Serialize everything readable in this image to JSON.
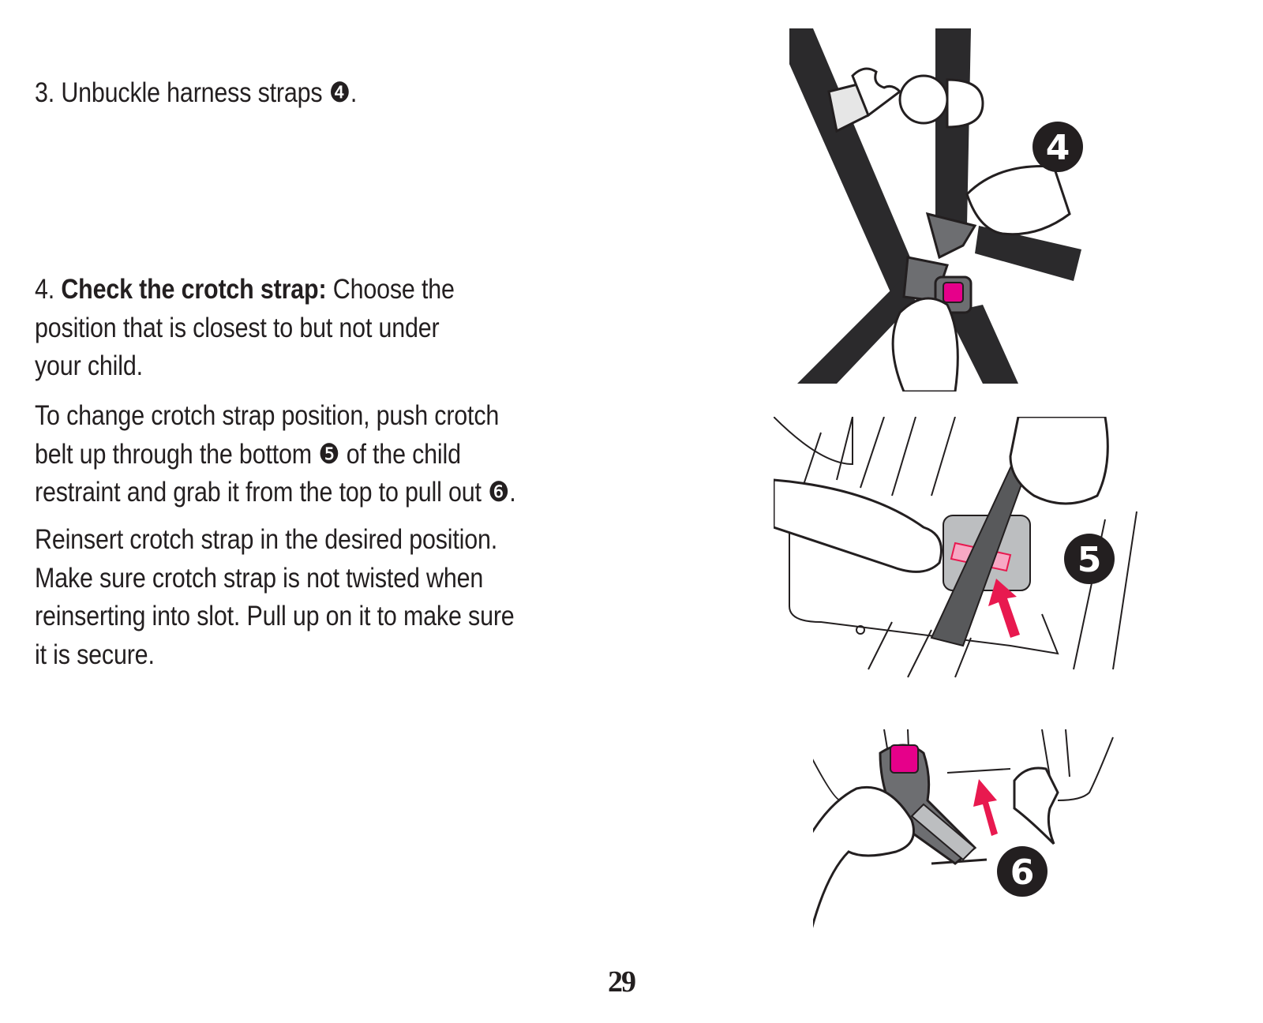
{
  "steps": {
    "step3": {
      "text": "3. Unbuckle harness straps ",
      "ref": "❹",
      "end": "."
    },
    "step4": {
      "number": "4. ",
      "heading": "Check the crotch strap:",
      "line1_rest": " Choose the",
      "line2": "position that is closest to but not under",
      "line3": "your child."
    },
    "change": {
      "line1": "To change crotch strap position, push crotch",
      "line2a": "belt up through the bottom ",
      "line2ref": "❺",
      "line2b": " of the child",
      "line3a": "restraint and grab it from the top to pull out ",
      "line3ref": "❻",
      "line3b": "."
    },
    "reinsert": {
      "line1": "Reinsert crotch strap in the desired position.",
      "line2": "Make sure crotch strap is not twisted when",
      "line3": "reinserting into slot. Pull up on it to make sure",
      "line4": "it is secure."
    }
  },
  "figures": {
    "fig4_label": "4",
    "fig5_label": "5",
    "fig6_label": "6"
  },
  "colors": {
    "strap": "#2b2a2c",
    "button_magenta": "#e6008a",
    "arrow_red": "#e8194f"
  },
  "page_number": "29"
}
